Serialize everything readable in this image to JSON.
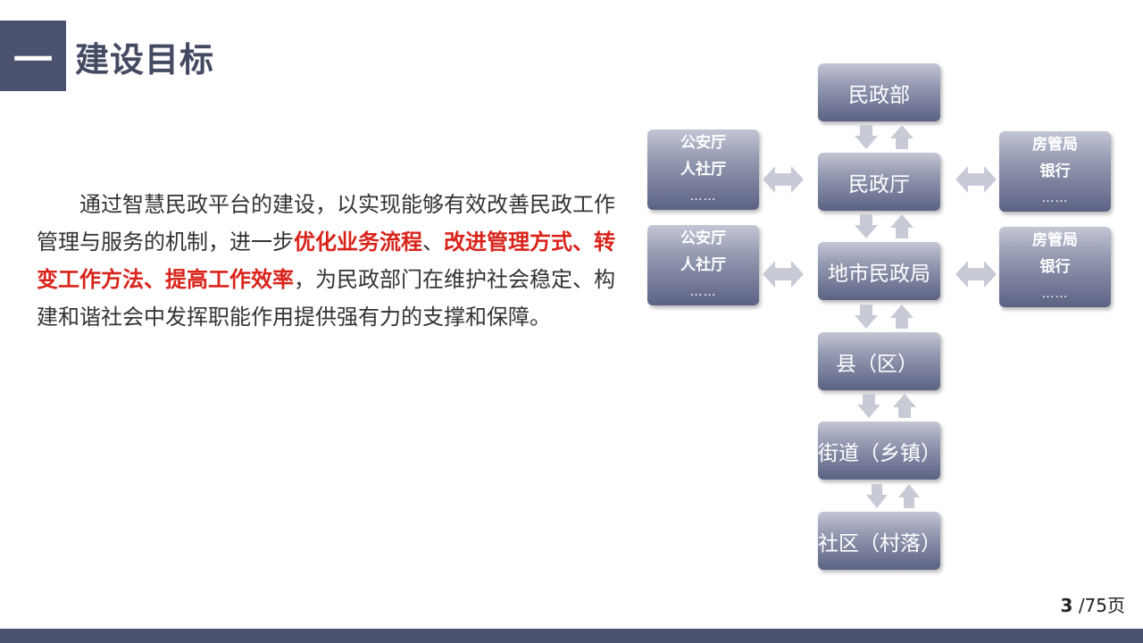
{
  "header": {
    "number": "一",
    "title": "建设目标"
  },
  "paragraph": {
    "part1": "通过智慧民政平台的建设，以实现能够有效改善民政工作管理与服务的机制，进一步",
    "highlight1": "优化业务流程",
    "sep": "、",
    "highlight2": "改进管理方式、转变工作方法、提高工作效率",
    "part2": "，为民政部门在维护社会稳定、构建和谐社会中发挥职能作用提供强有力的支撑和保障。"
  },
  "diagram": {
    "hierarchy": [
      "民政部",
      "民政厅",
      "地市民政局",
      "县（区）",
      "街道（乡镇）",
      "社区（村落）"
    ],
    "left_boxes": [
      {
        "line1": "公安厅",
        "line2": "人社厅",
        "line3": "……"
      },
      {
        "line1": "公安厅",
        "line2": "人社厅",
        "line3": "……"
      }
    ],
    "right_boxes": [
      {
        "line1": "房管局",
        "line2": "银行",
        "line3": "……"
      },
      {
        "line1": "房管局",
        "line2": "银行",
        "line3": "……"
      }
    ],
    "arrow_color": "#c8cad6"
  },
  "page": {
    "current": "3",
    "total": "/75页"
  },
  "colors": {
    "primary": "#4a5270",
    "highlight": "#d9231a"
  }
}
